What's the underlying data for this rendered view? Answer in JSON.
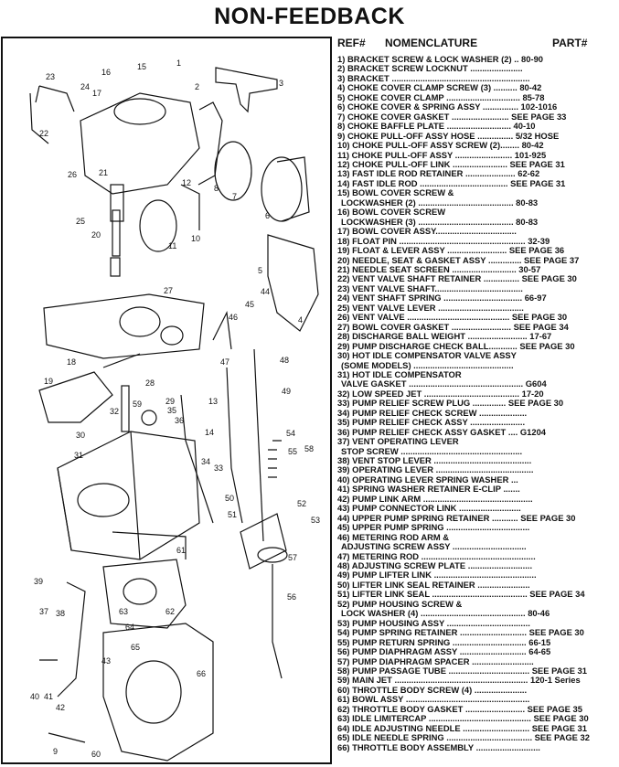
{
  "title": "NON-FEEDBACK",
  "headers": {
    "ref": "REF#",
    "nomenclature": "NOMENCLATURE",
    "part": "PART#"
  },
  "parts": [
    "1) BRACKET SCREW & LOCK WASHER (2) .. 80-90",
    "2) BRACKET SCREW LOCKNUT ......................",
    "3) BRACKET ..........................................................",
    "4) CHOKE COVER CLAMP SCREW (3) .......... 80-42",
    "5) CHOKE COVER CLAMP ............................... 85-78",
    "6) CHOKE COVER & SPRING ASSY ............... 102-1016",
    "7) CHOKE COVER GASKET ........................ SEE PAGE 33",
    "8) CHOKE BAFFLE PLATE ........................... 40-10",
    "9) CHOKE PULL-OFF ASSY HOSE ............... 5/32 HOSE",
    "10) CHOKE PULL-OFF ASSY SCREW (2)........ 80-42",
    "11) CHOKE PULL-OFF ASSY ........................ 101-925",
    "12) CHOKE PULL-OFF LINK ....................... SEE PAGE 31",
    "13) FAST IDLE ROD RETAINER ..................... 62-62",
    "14) FAST IDLE ROD ..................................... SEE PAGE 31",
    "15) BOWL COVER SCREW &",
    "LOCKWASHER (2) ........................................ 80-83",
    "16) BOWL COVER SCREW",
    " LOCKWASHER (3) ........................................ 80-83",
    "17) BOWL COVER ASSY..................................",
    "18) FLOAT PIN ..................................................... 32-39",
    "19) FLOAT & LEVER ASSY ......................... SEE PAGE 36",
    "20) NEEDLE, SEAT & GASKET ASSY .............. SEE PAGE 37",
    "21) NEEDLE SEAT SCREEN ........................... 30-57",
    "22) VENT VALVE SHAFT RETAINER ............... SEE PAGE 30",
    "23) VENT VALVE SHAFT.....................................",
    "24) VENT SHAFT SPRING ................................. 66-97",
    "25) VENT VALVE LEVER ....................................",
    "26) VENT VALVE ........................................... SEE PAGE 30",
    "27) BOWL COVER GASKET ......................... SEE PAGE 34",
    "28) DISCHARGE BALL WEIGHT ......................... 17-67",
    "29) PUMP DISCHARGE CHECK BALL............ SEE PAGE 30",
    "30) HOT IDLE COMPENSATOR VALVE ASSY",
    "(SOME MODELS) ..........................................",
    "31) HOT IDLE COMPENSATOR",
    "VALVE GASKET ................................................ G604",
    "32) LOW SPEED JET ........................................ 17-20",
    "33) PUMP RELIEF SCREW PLUG .............. SEE PAGE 30",
    "34) PUMP RELIEF CHECK SCREW ....................",
    "35) PUMP RELIEF CHECK ASSY .......................",
    "36) PUMP RELIEF CHECK ASSY GASKET .... G1204",
    "37) VENT OPERATING LEVER",
    "STOP SCREW ...................................................",
    "38) VENT STOP LEVER .........................................",
    "39) OPERATING LEVER .........................................",
    "40) OPERATING LEVER SPRING WASHER ...",
    "41) SPRING WASHER RETAINER E-CLIP .......",
    "42) PUMP LINK ARM ..............................................",
    "43) PUMP CONNECTOR LINK ..........................",
    "44) UPPER PUMP SPRING RETAINER ........... SEE PAGE 30",
    "45) UPPER PUMP SPRING ...................................",
    "46) METERING ROD ARM &",
    "ADJUSTING SCREW ASSY ...............................",
    "47) METERING ROD ................................................",
    "48) ADJUSTING SCREW PLATE ...........................",
    "49) PUMP LIFTER LINK ...........................................",
    "50) LIFTER LINK SEAL RETAINER ......................",
    "51) LIFTER LINK SEAL ........................................ SEE PAGE 34",
    "52) PUMP HOUSING SCREW &",
    "LOCK WASHER (4) ............................................ 80-46",
    "53) PUMP HOUSING ASSY ...................................",
    "54) PUMP SPRING RETAINER ............................ SEE PAGE 30",
    "55) PUMP RETURN SPRING ............................... 66-15",
    "56) PUMP DIAPHRAGM ASSY ............................ 64-65",
    "57) PUMP DIAPHRAGM SPACER ..........................",
    "58) PUMP PASSAGE TUBE .................................. SEE PAGE 31",
    "59) MAIN JET ........................................................ 120-1 Series",
    "60) THROTTLE BODY SCREW (4) ......................",
    "61) BOWL ASSY ....................................................",
    "62) THROTTLE BODY GASKET ......................... SEE PAGE 35",
    "63) IDLE LIMITERCAP ........................................... SEE PAGE 30",
    "64) IDLE ADJUSTING NEEDLE ............................ SEE PAGE 31",
    "65) IDLE NEEDLE SPRING .................................... SEE PAGE 32",
    "66) THROTTLE BODY ASSEMBLY ..........................."
  ],
  "callouts": [
    "1",
    "2",
    "3",
    "4",
    "5",
    "6",
    "7",
    "8",
    "9",
    "10",
    "11",
    "12",
    "13",
    "14",
    "15",
    "16",
    "17",
    "18",
    "19",
    "20",
    "21",
    "22",
    "23",
    "24",
    "25",
    "26",
    "27",
    "28",
    "29",
    "30",
    "31",
    "32",
    "33",
    "34",
    "35",
    "36",
    "37",
    "38",
    "39",
    "40",
    "41",
    "42",
    "43",
    "44",
    "45",
    "46",
    "47",
    "48",
    "49",
    "50",
    "51",
    "52",
    "53",
    "54",
    "55",
    "56",
    "57",
    "58",
    "59",
    "60",
    "61",
    "62",
    "63",
    "64",
    "65",
    "66"
  ]
}
